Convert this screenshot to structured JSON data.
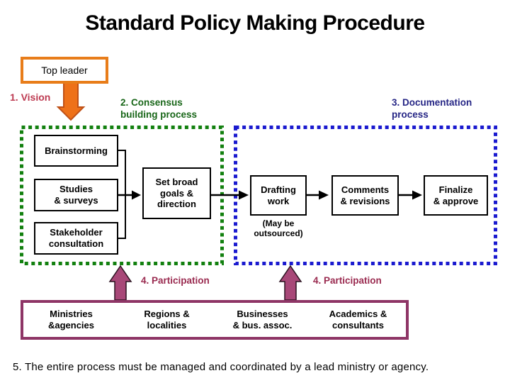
{
  "title": "Standard Policy Making Procedure",
  "colors": {
    "orange_border": "#e87d1a",
    "orange_arrow_fill": "#ee7119",
    "orange_arrow_stroke": "#bf5117",
    "green_dotted_border": "#12800f",
    "green_label_text": "#186618",
    "blue_dotted_border": "#1a1acf",
    "blue_label_text": "#252585",
    "vision_label_red": "#bd3a51",
    "participation_maroon": "#9a2b50",
    "plum_box_border": "#8e3566",
    "plum_arrow_fill": "#a84878",
    "flow_box_border": "#000000"
  },
  "top_leader": {
    "label": "Top leader"
  },
  "labels": {
    "vision": "1. Vision",
    "consensus": "2. Consensus\nbuilding process",
    "documentation": "3. Documentation\nprocess",
    "participation_left": "4. Participation",
    "participation_right": "4. Participation",
    "note": "5. The entire process must be managed and coordinated by a lead ministry or agency."
  },
  "consensus_process": {
    "brainstorming": "Brainstorming",
    "studies": "Studies\n& surveys",
    "stakeholder": "Stakeholder\nconsultation",
    "goals": "Set broad\ngoals &\ndirection"
  },
  "documentation_process": {
    "drafting": "Drafting\nwork",
    "outsourced_note": "(May be\noutsourced)",
    "comments": "Comments\n& revisions",
    "finalize": "Finalize\n& approve"
  },
  "participants": {
    "ministries": "Ministries\n&agencies",
    "regions": "Regions &\nlocalities",
    "businesses": "Businesses\n& bus. assoc.",
    "academics": "Academics &\nconsultants"
  }
}
